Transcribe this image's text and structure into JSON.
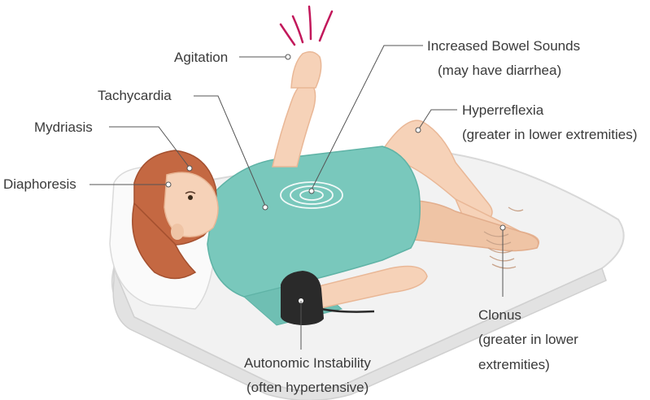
{
  "labels": {
    "agitation": "Agitation",
    "tachycardia": "Tachycardia",
    "mydriasis": "Mydriasis",
    "diaphoresis": "Diaphoresis",
    "bowel_1": "Increased Bowel Sounds",
    "bowel_2": "(may have diarrhea)",
    "hyper_1": "Hyperreflexia",
    "hyper_2": "(greater in lower extremities)",
    "clonus_1": "Clonus",
    "clonus_2": "(greater in lower",
    "clonus_3": "extremities)",
    "auto_1": "Autonomic Instability",
    "auto_2": "(often hypertensive)"
  },
  "colors": {
    "skin": "#f6d2b8",
    "skin_shade": "#e9b796",
    "gown": "#79c8bc",
    "gown_shade": "#5fb3a6",
    "hair": "#c46842",
    "hair_shade": "#a4502f",
    "mattress": "#f2f2f2",
    "mattress_edge": "#d8d8d8",
    "agitation_marks": "#c2185b",
    "cuff": "#2a2a2a",
    "leader": "#555555"
  },
  "icons": [
    "agitation-motion-lines",
    "bowel-sound-waves",
    "clonus-tremor-lines",
    "blood-pressure-cuff"
  ]
}
